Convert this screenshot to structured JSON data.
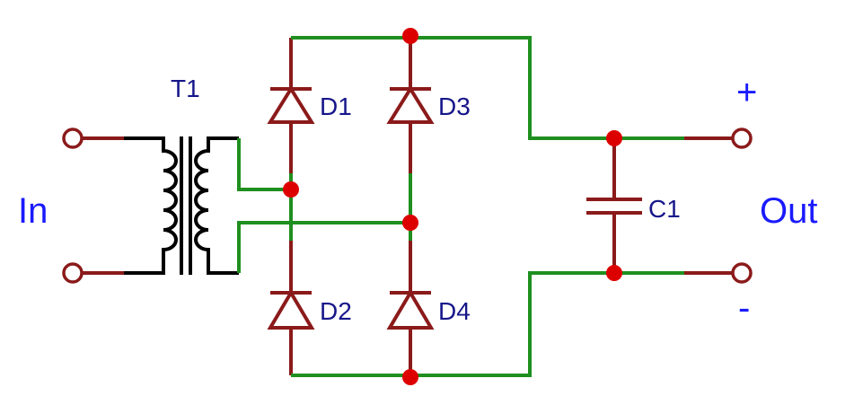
{
  "labels": {
    "t1": "T1",
    "d1": "D1",
    "d2": "D2",
    "d3": "D3",
    "d4": "D4",
    "c1": "C1",
    "input": "In",
    "output": "Out",
    "plus": "+",
    "minus": "-"
  },
  "colors": {
    "wire_green": "#1f8f1f",
    "wire_red": "#8b1a1a",
    "node": "#dd0000",
    "component_label": "#16168a",
    "io_label": "#1a1aff"
  }
}
